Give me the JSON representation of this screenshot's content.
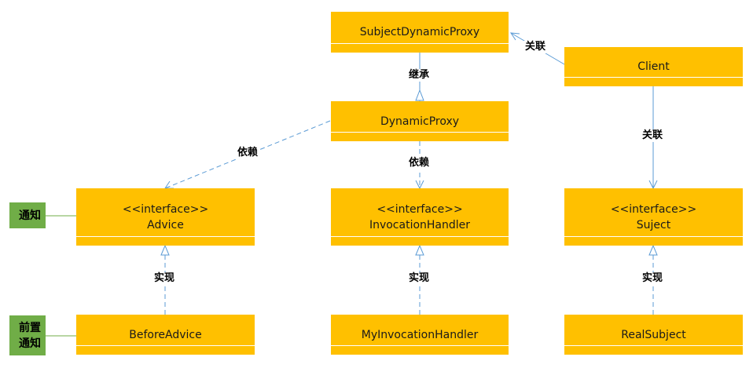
{
  "boxes": {
    "subject_dynamic_proxy": "SubjectDynamicProxy",
    "client": "Client",
    "dynamic_proxy": "DynamicProxy",
    "advice": {
      "stereotype": "<<interface>>",
      "name": "Advice"
    },
    "invocation_handler": {
      "stereotype": "<<interface>>",
      "name": "InvocationHandler"
    },
    "suject": {
      "stereotype": "<<interface>>",
      "name": "Suject"
    },
    "before_advice": "BeforeAdvice",
    "my_invocation_handler": "MyInvocationHandler",
    "real_subject": "RealSubject"
  },
  "labels": {
    "inherit": "继承",
    "associate_top": "关联",
    "associate_right": "关联",
    "depend_left": "依赖",
    "depend_center": "依赖",
    "implement_left": "实现",
    "implement_center": "实现",
    "implement_right": "实现"
  },
  "notes": {
    "advice_note": "通知",
    "before_advice_note_line1": "前置",
    "before_advice_note_line2": "通知"
  },
  "colors": {
    "box_fill": "#FFC000",
    "note_fill": "#70AD47",
    "connector": "#5B9BD5"
  }
}
